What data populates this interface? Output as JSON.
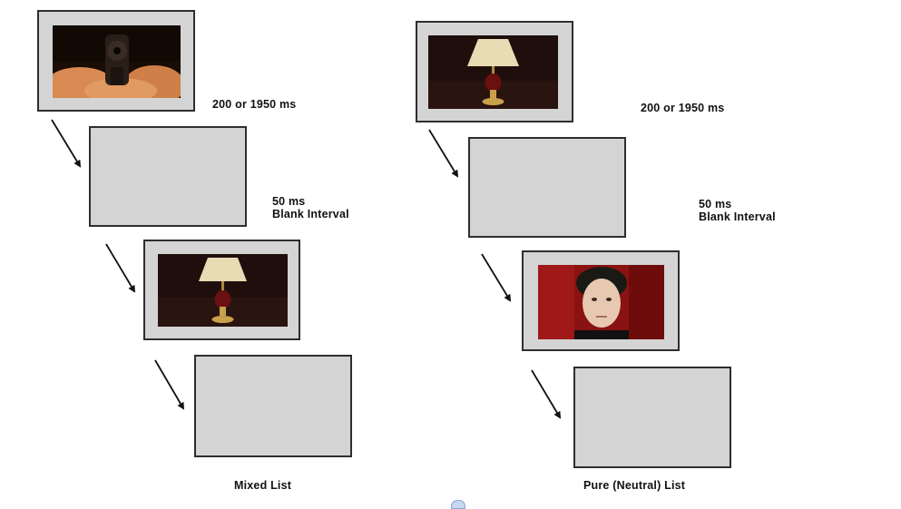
{
  "lists": [
    {
      "caption": "Mixed List",
      "steps": [
        {
          "kind": "image",
          "image": "gun-pointing-photo"
        },
        {
          "kind": "blank"
        },
        {
          "kind": "image",
          "image": "table-lamp-photo"
        },
        {
          "kind": "blank"
        }
      ],
      "duration_label": "200 or 1950 ms",
      "blank_label": {
        "line1": "50 ms",
        "line2": "Blank Interval"
      }
    },
    {
      "caption": "Pure (Neutral) List",
      "steps": [
        {
          "kind": "image",
          "image": "table-lamp-photo"
        },
        {
          "kind": "blank"
        },
        {
          "kind": "image",
          "image": "face-portrait-photo"
        },
        {
          "kind": "blank"
        }
      ],
      "duration_label": "200 or 1950 ms",
      "blank_label": {
        "line1": "50 ms",
        "line2": "Blank Interval"
      }
    }
  ],
  "colors": {
    "frame_fill": "#d4d4d4",
    "frame_border": "#2e2e2e",
    "arrow": "#111111"
  }
}
